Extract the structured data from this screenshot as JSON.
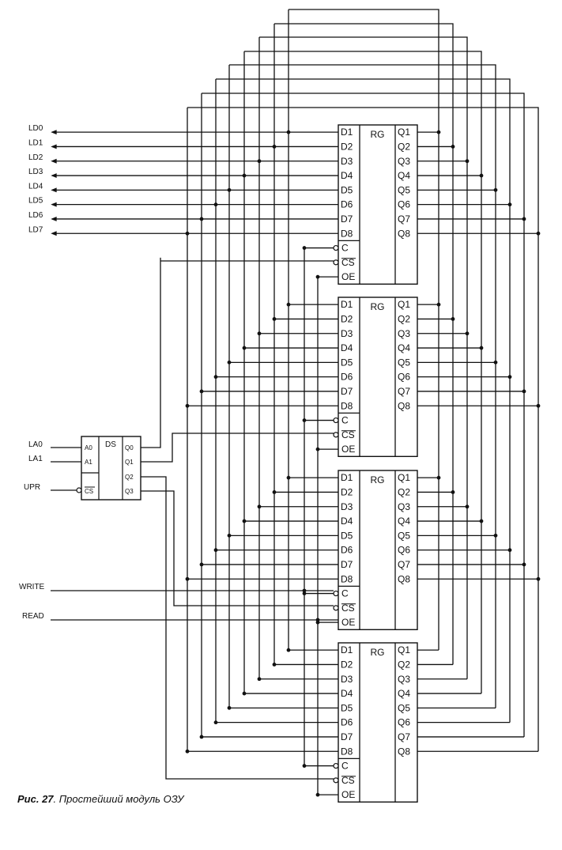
{
  "inputs": {
    "data": [
      "LD0",
      "LD1",
      "LD2",
      "LD3",
      "LD4",
      "LD5",
      "LD6",
      "LD7"
    ],
    "address": [
      "LA0",
      "LA1"
    ],
    "upr": "UPR",
    "write": "WRITE",
    "read": "READ"
  },
  "decoder": {
    "title": "DS",
    "inputs": [
      "A0",
      "A1"
    ],
    "cs": "CS",
    "outputs": [
      "Q0",
      "Q1",
      "Q2",
      "Q3"
    ]
  },
  "register": {
    "title": "RG",
    "d_pins": [
      "D1",
      "D2",
      "D3",
      "D4",
      "D5",
      "D6",
      "D7",
      "D8"
    ],
    "q_pins": [
      "Q1",
      "Q2",
      "Q3",
      "Q4",
      "Q5",
      "Q6",
      "Q7",
      "Q8"
    ],
    "control_pins": [
      "C",
      "CS",
      "OE"
    ]
  },
  "caption": {
    "label": "Рис. 27",
    "text": ". Простейший модуль ОЗУ"
  },
  "colors": {
    "line": "#111111",
    "background": "#ffffff"
  }
}
